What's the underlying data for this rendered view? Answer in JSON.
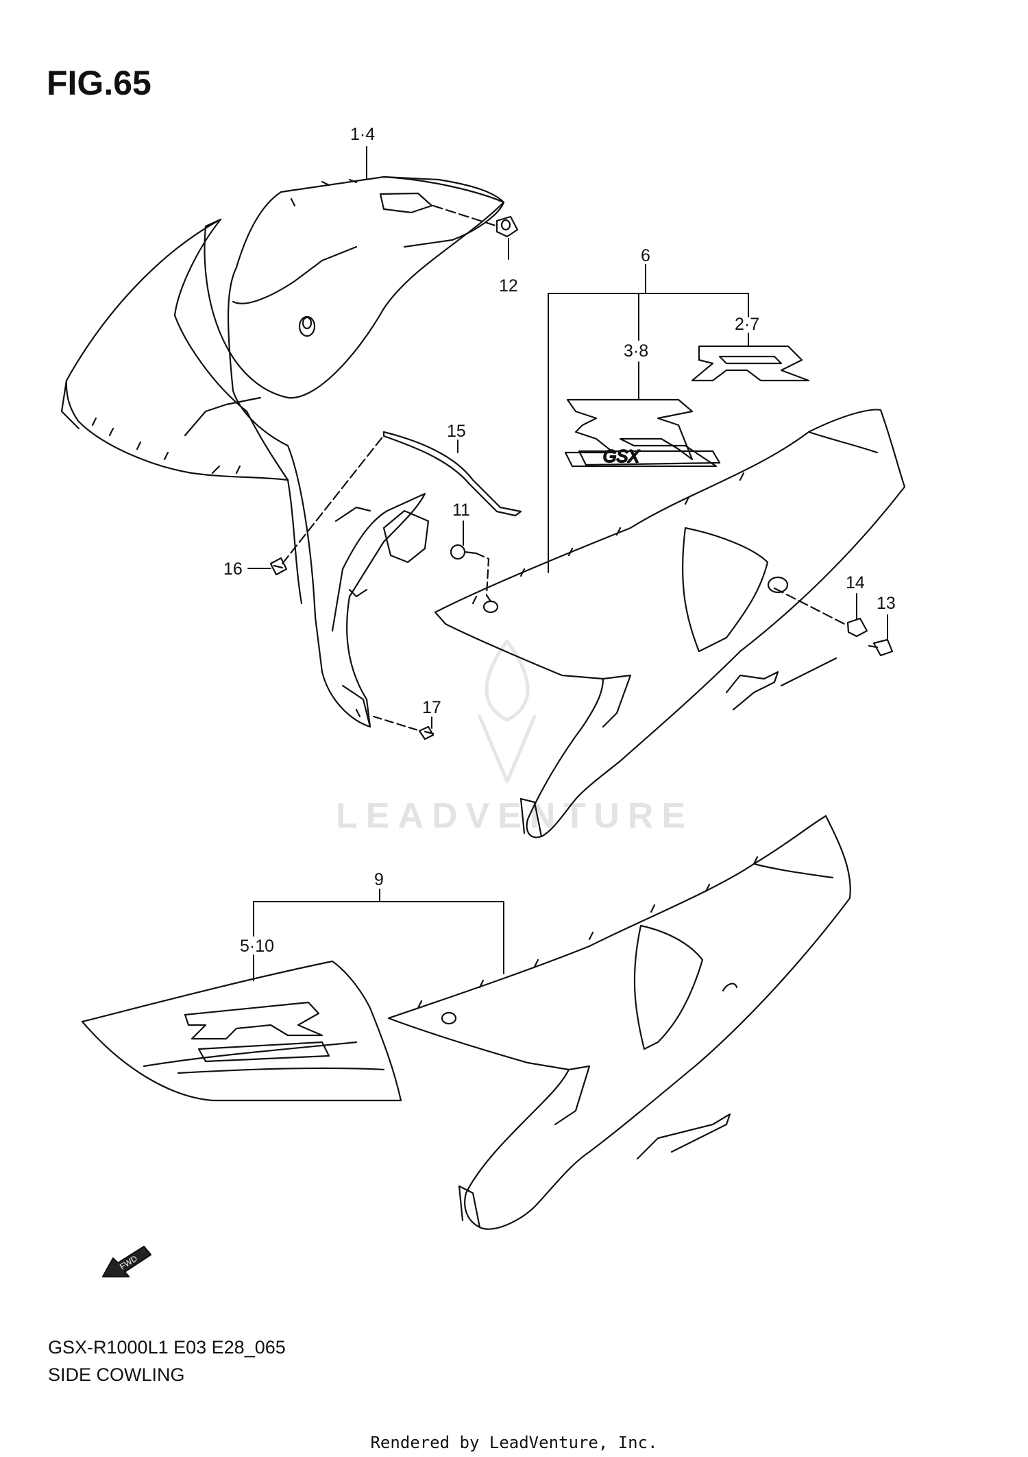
{
  "figure_title": "FIG.65",
  "callouts": {
    "c1_4": "1·4",
    "c12": "12",
    "c6": "6",
    "c2_7": "2·7",
    "c3_8": "3·8",
    "c15": "15",
    "c11": "11",
    "c16": "16",
    "c14": "14",
    "c13": "13",
    "c17": "17",
    "c9": "9",
    "c5_10": "5·10"
  },
  "fwd_label": "FWD",
  "decal_text": "GSX",
  "watermark": "LEADVENTURE",
  "model_code": "GSX-R1000L1 E03 E28_065",
  "section_name": "SIDE COWLING",
  "rendered_by": "Rendered by LeadVenture, Inc."
}
